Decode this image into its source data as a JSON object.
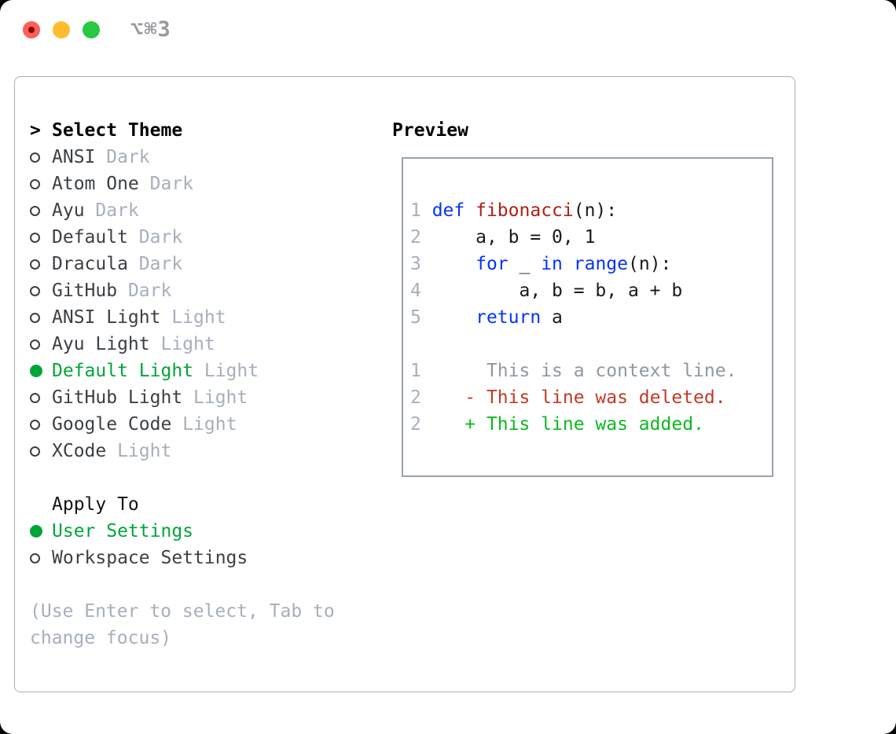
{
  "window": {
    "title_shortcut": "⌥⌘3"
  },
  "theme_list": {
    "header": "Select Theme",
    "items": [
      {
        "name": "ANSI",
        "variant": "Dark",
        "selected": false
      },
      {
        "name": "Atom One",
        "variant": "Dark",
        "selected": false
      },
      {
        "name": "Ayu",
        "variant": "Dark",
        "selected": false
      },
      {
        "name": "Default",
        "variant": "Dark",
        "selected": false
      },
      {
        "name": "Dracula",
        "variant": "Dark",
        "selected": false
      },
      {
        "name": "GitHub",
        "variant": "Dark",
        "selected": false
      },
      {
        "name": "ANSI Light",
        "variant": "Light",
        "selected": false
      },
      {
        "name": "Ayu Light",
        "variant": "Light",
        "selected": false
      },
      {
        "name": "Default Light",
        "variant": "Light",
        "selected": true
      },
      {
        "name": "GitHub Light",
        "variant": "Light",
        "selected": false
      },
      {
        "name": "Google Code",
        "variant": "Light",
        "selected": false
      },
      {
        "name": "XCode",
        "variant": "Light",
        "selected": false
      }
    ]
  },
  "apply_to": {
    "header": "Apply To",
    "options": [
      {
        "label": "User Settings",
        "selected": true
      },
      {
        "label": "Workspace Settings",
        "selected": false
      }
    ]
  },
  "hint": {
    "line1": "(Use Enter to select, Tab to",
    "line2": "change focus)"
  },
  "preview": {
    "title": "Preview",
    "lines": [
      {
        "num": "1",
        "tokens": [
          {
            "t": "def",
            "c": "keyword"
          },
          {
            "t": " ",
            "c": "plain"
          },
          {
            "t": "fibonacci",
            "c": "function"
          },
          {
            "t": "(n):",
            "c": "plain"
          }
        ]
      },
      {
        "num": "2",
        "tokens": [
          {
            "t": "    a, b = 0, 1",
            "c": "plain"
          }
        ]
      },
      {
        "num": "3",
        "tokens": [
          {
            "t": "    ",
            "c": "plain"
          },
          {
            "t": "for",
            "c": "keyword"
          },
          {
            "t": " _ ",
            "c": "plain"
          },
          {
            "t": "in",
            "c": "keyword"
          },
          {
            "t": " ",
            "c": "plain"
          },
          {
            "t": "range",
            "c": "keyword"
          },
          {
            "t": "(n):",
            "c": "plain"
          }
        ]
      },
      {
        "num": "4",
        "tokens": [
          {
            "t": "        a, b = b, a + b",
            "c": "plain"
          }
        ]
      },
      {
        "num": "5",
        "tokens": [
          {
            "t": "    ",
            "c": "plain"
          },
          {
            "t": "return",
            "c": "keyword"
          },
          {
            "t": " a",
            "c": "plain"
          }
        ]
      },
      {
        "num": "",
        "tokens": []
      },
      {
        "num": "1",
        "tokens": [
          {
            "t": "     This is a context line.",
            "c": "context"
          }
        ]
      },
      {
        "num": "2",
        "tokens": [
          {
            "t": "   - This line was deleted.",
            "c": "deleted"
          }
        ]
      },
      {
        "num": "2",
        "tokens": [
          {
            "t": "   + This line was added.",
            "c": "added"
          }
        ]
      }
    ]
  },
  "colors": {
    "accent_green": "#00a53a",
    "added_green": "#0cb91f",
    "deleted_red": "#c33a25",
    "keyword_blue": "#0433ff",
    "function_red": "#b01f17",
    "text_dark": "#3b4045",
    "muted_gray": "#a7afba",
    "context_gray": "#8f98a2",
    "border_gray": "#a6afb9",
    "preview_border": "#98a2ad",
    "title_gray": "#96999e",
    "traffic_red": "#ff5f57",
    "traffic_red_dot": "#7d0b08",
    "traffic_yellow": "#febc2e",
    "traffic_green": "#28c840"
  }
}
